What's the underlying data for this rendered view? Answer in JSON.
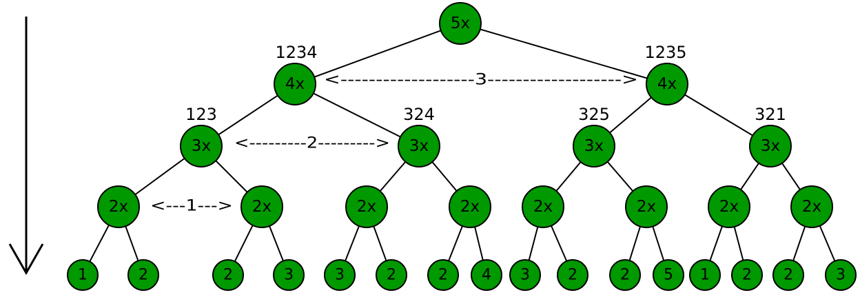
{
  "colors": {
    "node_fill": "#009900",
    "stroke": "#000000",
    "background": "#ffffff"
  },
  "arrow": {
    "direction": "down",
    "icon": "down-arrow-icon"
  },
  "tree": {
    "root": {
      "label": "5x"
    },
    "level1": [
      {
        "label": "4x",
        "caption": "1234"
      },
      {
        "label": "4x",
        "caption": "1235"
      }
    ],
    "level2": [
      {
        "label": "3x",
        "caption": "123"
      },
      {
        "label": "3x",
        "caption": "324"
      },
      {
        "label": "3x",
        "caption": "325"
      },
      {
        "label": "3x",
        "caption": "321"
      }
    ],
    "level3": [
      {
        "label": "2x"
      },
      {
        "label": "2x"
      },
      {
        "label": "2x"
      },
      {
        "label": "2x"
      },
      {
        "label": "2x"
      },
      {
        "label": "2x"
      },
      {
        "label": "2x"
      },
      {
        "label": "2x"
      }
    ],
    "leaves": [
      {
        "label": "1"
      },
      {
        "label": "2"
      },
      {
        "label": "2"
      },
      {
        "label": "3"
      },
      {
        "label": "3"
      },
      {
        "label": "2"
      },
      {
        "label": "2"
      },
      {
        "label": "4"
      },
      {
        "label": "3"
      },
      {
        "label": "2"
      },
      {
        "label": "2"
      },
      {
        "label": "5"
      },
      {
        "label": "1"
      },
      {
        "label": "2"
      },
      {
        "label": "2"
      },
      {
        "label": "3"
      }
    ]
  },
  "distances": [
    {
      "text": "<-------------------3------------------->"
    },
    {
      "text": "<---------2--------->"
    },
    {
      "text": "<---1--->"
    }
  ]
}
